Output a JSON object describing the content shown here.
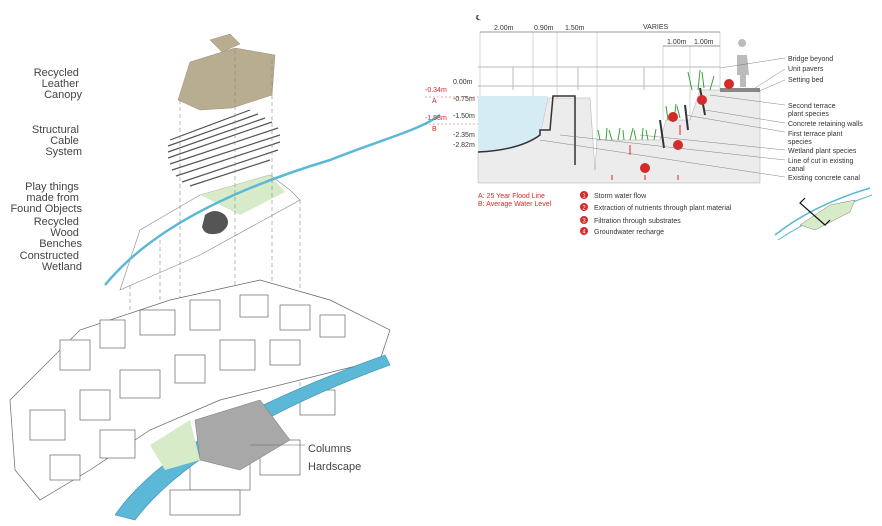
{
  "axonometric": {
    "layer_labels": [
      {
        "lines": [
          "Recycled",
          "Leather",
          "Canopy"
        ]
      },
      {
        "lines": [
          "Structural",
          "Cable",
          "System"
        ]
      },
      {
        "lines": [
          "Play things",
          "made from",
          "Found Objects"
        ]
      },
      {
        "lines": [
          "Recycled",
          "Wood",
          "Benches"
        ]
      },
      {
        "lines": [
          "Constructed",
          "Wetland"
        ]
      }
    ],
    "ground_labels": [
      "Columns",
      "Hardscape"
    ]
  },
  "section": {
    "centerline_symbol": "℄",
    "dimensions_top": [
      "2.00m",
      "0.90m",
      "1.50m",
      "VARIES"
    ],
    "dimensions_sub": [
      "1.00m",
      "1.00m"
    ],
    "elevations": [
      "0.00m",
      "-0.75m",
      "-1.50m",
      "-2.35m",
      "-2.82m"
    ],
    "flood_marks": [
      {
        "value": "-0.34m",
        "letter": "A"
      },
      {
        "value": "-1.58m",
        "letter": "B"
      }
    ],
    "callouts": [
      [
        "Bridge beyond"
      ],
      [
        "Unit pavers"
      ],
      [
        "Setting bed"
      ],
      [
        "Second terrace",
        "plant species"
      ],
      [
        "Concrete retaining walls"
      ],
      [
        "First terrace plant",
        "species"
      ],
      [
        "Wetland plant species"
      ],
      [
        "Line of cut in existing",
        "canal"
      ],
      [
        "Existing concrete canal"
      ]
    ],
    "level_legend": [
      "A: 25 Year Flood Line",
      "B: Average Water Level"
    ],
    "process_legend": [
      {
        "num": "1",
        "text": "Storm water flow"
      },
      {
        "num": "2",
        "text": "Extraction of nutrients through plant material"
      },
      {
        "num": "3",
        "text": "Filtration through substrates"
      },
      {
        "num": "4",
        "text": "Groundwater recharge"
      }
    ],
    "colors": {
      "accent_red": "#d42a2a",
      "water": "#d6ecf5",
      "canal": "#5bb8d6",
      "plants": "#3aa13a"
    }
  }
}
